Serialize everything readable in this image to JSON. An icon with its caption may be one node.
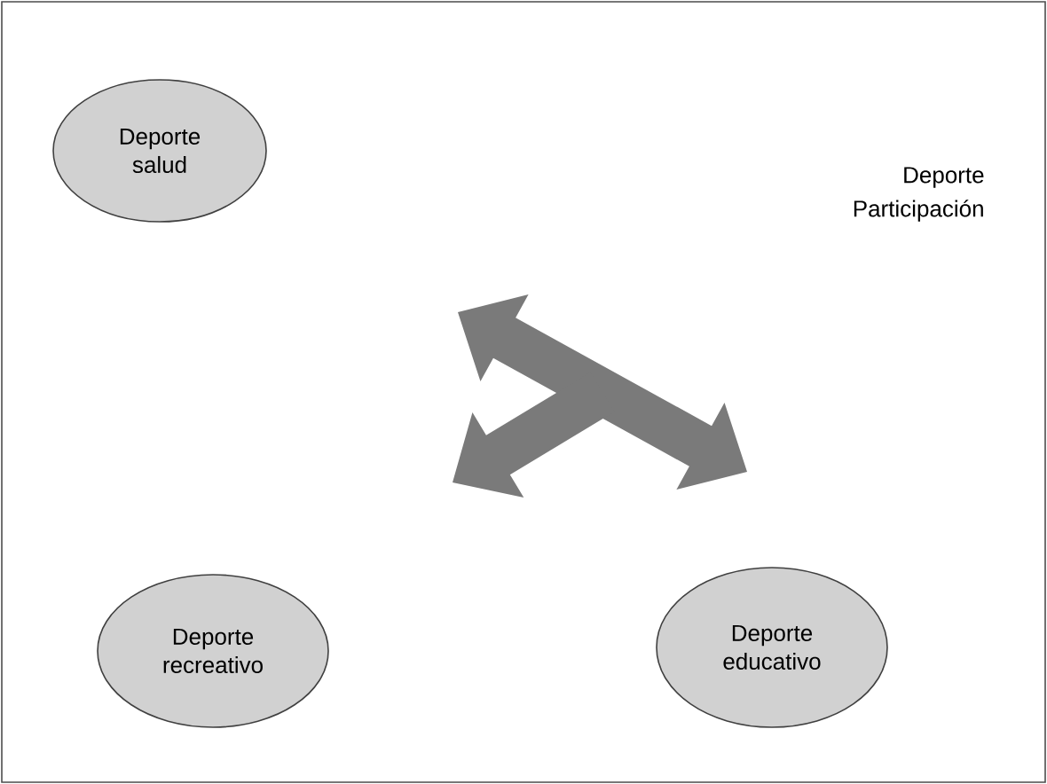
{
  "diagram": {
    "nodes": [
      {
        "text": [
          "Deporte salud"
        ]
      },
      {
        "text": [
          "Deporte recreativo"
        ]
      },
      {
        "text": [
          "Deporte educativo"
        ]
      }
    ],
    "labels": [
      "Deporte Participación"
    ]
  }
}
